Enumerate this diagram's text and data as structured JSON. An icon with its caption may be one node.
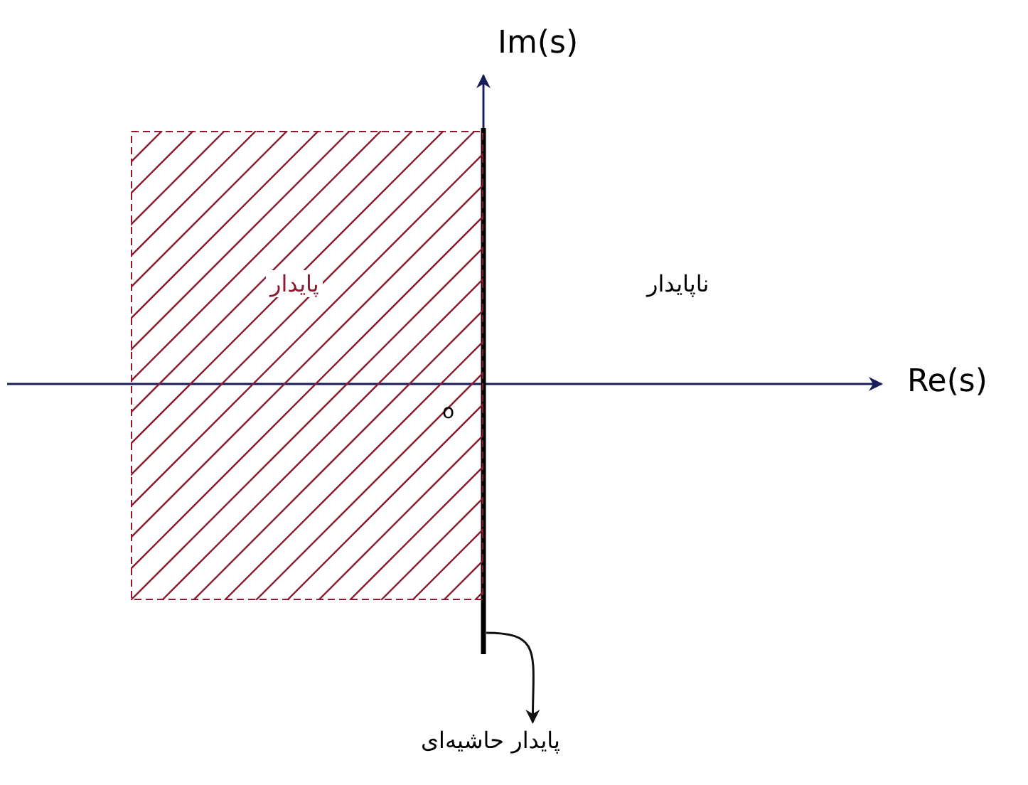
{
  "diagram": {
    "nodes": [
      {
        "text": [
          "پایدار"
        ]
      },
      {
        "text": [
          "پایدار حاشیه‌ای"
        ]
      }
    ],
    "edges": [
      {
        "from": null,
        "to": 1,
        "arrow": "to"
      }
    ],
    "labels": [
      "Im(s)",
      "Re(s)",
      "ناپایدار",
      "o"
    ]
  }
}
